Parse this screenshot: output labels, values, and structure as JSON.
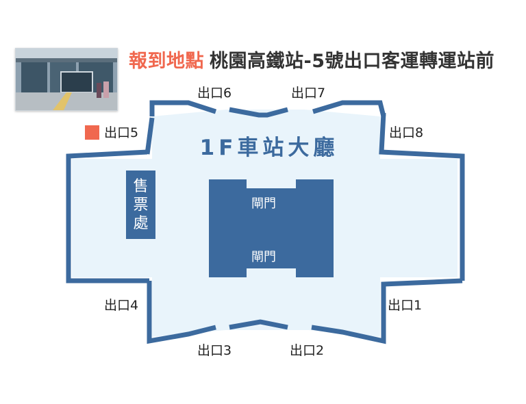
{
  "header": {
    "highlight": "報到地點",
    "location": "桃園高鐵站-5號出口客運轉運站前"
  },
  "photo": {
    "description_icon": "station-entrance-photo"
  },
  "map": {
    "hall_title": "1F車站大廳",
    "ticket_office": [
      "售",
      "票",
      "處"
    ],
    "gates": [
      "閘門",
      "閘門"
    ],
    "exits": {
      "e1": "出口1",
      "e2": "出口2",
      "e3": "出口3",
      "e4": "出口4",
      "e5": "出口5",
      "e6": "出口6",
      "e7": "出口7",
      "e8": "出口8"
    },
    "colors": {
      "wall": "#3c6a9e",
      "hall": "#e9f4fb",
      "marker": "#f0684f",
      "accent_text": "#f0684f"
    }
  }
}
